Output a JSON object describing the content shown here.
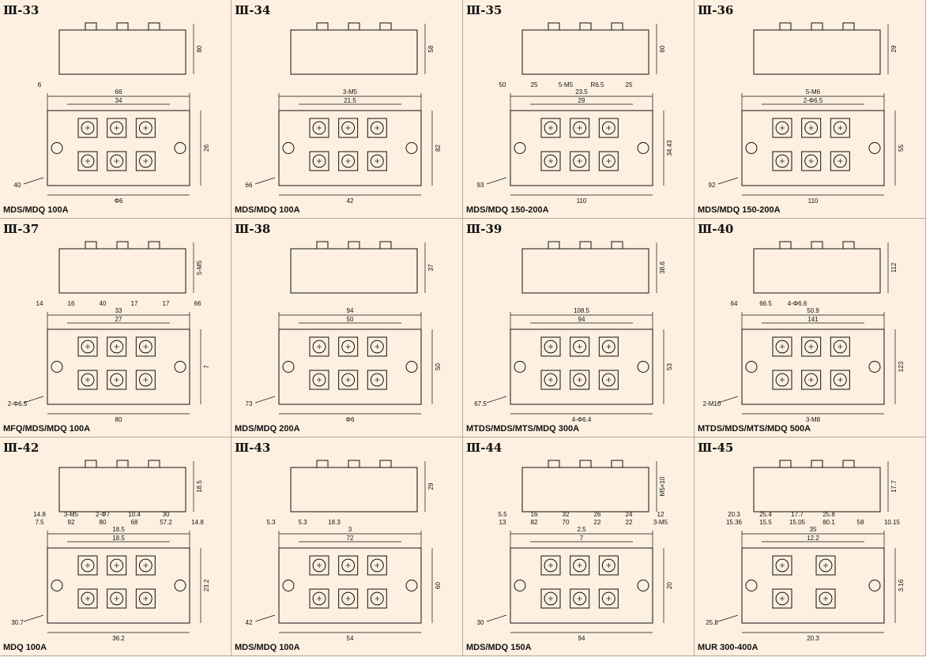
{
  "cells": [
    {
      "code": "Ⅲ-33",
      "model": "MDS/MDQ 100A",
      "dims": [
        "80",
        "66",
        "34",
        "26",
        "40",
        "6",
        "Φ6"
      ]
    },
    {
      "code": "Ⅲ-34",
      "model": "MDS/MDQ 100A",
      "dims": [
        "58",
        "3-M5",
        "21.5",
        "82",
        "66",
        "42"
      ]
    },
    {
      "code": "Ⅲ-35",
      "model": "MDS/MDQ 150-200A",
      "dims": [
        "60",
        "23.5",
        "29",
        "34.43",
        "93",
        "50",
        "25",
        "5-M5",
        "R6.5",
        "25",
        "110"
      ]
    },
    {
      "code": "Ⅲ-36",
      "model": "MDS/MDQ 150-200A",
      "dims": [
        "29",
        "5-M6",
        "2-Φ6.5",
        "55",
        "92",
        "110"
      ]
    },
    {
      "code": "Ⅲ-37",
      "model": "MFQ/MDS/MDQ 100A",
      "dims": [
        "5-M5",
        "33",
        "27",
        "7",
        "2-Φ6.5",
        "14",
        "16",
        "40",
        "17",
        "17",
        "66",
        "80"
      ]
    },
    {
      "code": "Ⅲ-38",
      "model": "MDS/MDQ 200A",
      "dims": [
        "37",
        "94",
        "50",
        "50",
        "73",
        "Φ6"
      ]
    },
    {
      "code": "Ⅲ-39",
      "model": "MTDS/MDS/MTS/MDQ 300A",
      "dims": [
        "38.6",
        "108.5",
        "94",
        "53",
        "67.5",
        "4-Φ6.4"
      ]
    },
    {
      "code": "Ⅲ-40",
      "model": "MTDS/MDS/MTS/MDQ 500A",
      "dims": [
        "112",
        "50.9",
        "141",
        "123",
        "2-M10",
        "64",
        "66.5",
        "4-Φ6.6",
        "3-M8"
      ]
    },
    {
      "code": "Ⅲ-42",
      "model": "MDQ 100A",
      "dims": [
        "18.5",
        "18.5",
        "18.5",
        "23.2",
        "30.7",
        "7.5",
        "92",
        "80",
        "68",
        "57.2",
        "14.8",
        "14.8",
        "3-M5",
        "2-Φ7",
        "10.4",
        "30",
        "36.2"
      ]
    },
    {
      "code": "Ⅲ-43",
      "model": "MDS/MDQ 100A",
      "dims": [
        "29",
        "3",
        "72",
        "60",
        "42",
        "5.3",
        "5.3",
        "18.3",
        "54"
      ]
    },
    {
      "code": "Ⅲ-44",
      "model": "MDS/MDQ 150A",
      "dims": [
        "M5×10",
        "2.5",
        "7",
        "20",
        "30",
        "13",
        "82",
        "70",
        "22",
        "22",
        "3-M5",
        "5.5",
        "16",
        "32",
        "26",
        "24",
        "12",
        "94"
      ]
    },
    {
      "code": "Ⅲ-45",
      "model": "MUR 300-400A",
      "dims": [
        "17.7",
        "35",
        "12.2",
        "3.16",
        "25.8",
        "15.36",
        "15.5",
        "15.05",
        "80.1",
        "58",
        "10.15",
        "20.3",
        "25.4",
        "17.7",
        "25.8",
        "20.3"
      ]
    }
  ]
}
